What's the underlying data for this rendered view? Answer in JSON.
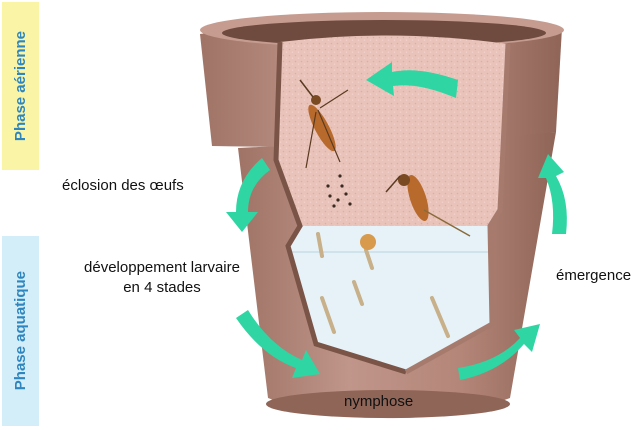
{
  "phases": {
    "aerial": "Phase aérienne",
    "aquatic": "Phase aquatique"
  },
  "steps": {
    "eclosion": "éclosion des œufs",
    "larval_line1": "développement larvaire",
    "larval_line2": "en 4 stades",
    "emergence": "émergence",
    "nymphose": "nymphose"
  },
  "colors": {
    "pot": "#b48679",
    "pot_dark": "#8f6557",
    "pot_inner_air": "#e9c3ba",
    "water": "#e6f2f7",
    "arrow": "#2fd5a2",
    "phase_text": "#2f86bf",
    "aerial_band": "#faf5a6",
    "aquatic_band": "#d4eef9"
  }
}
